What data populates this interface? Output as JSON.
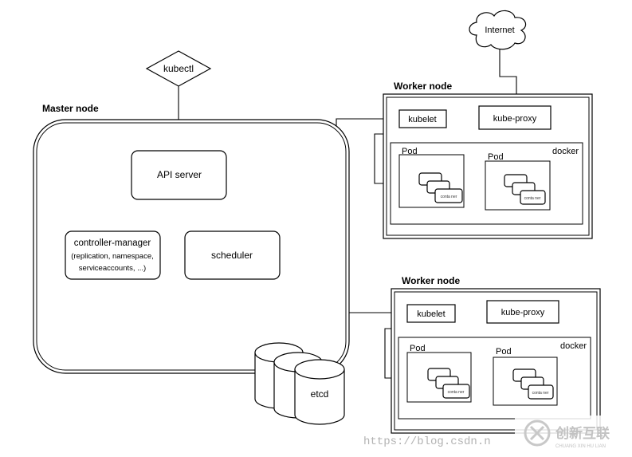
{
  "kubectl": "kubectl",
  "internet": "Internet",
  "master": {
    "title": "Master node",
    "api_server": "API server",
    "controller_manager": [
      "controller-manager",
      "(replication, namespace,",
      "serviceaccounts, ...)"
    ],
    "scheduler": "scheduler",
    "etcd": "etcd"
  },
  "workers": [
    {
      "title": "Worker node",
      "kubelet": "kubelet",
      "kube_proxy": "kube-proxy",
      "docker": "docker",
      "pods": [
        "Pod",
        "Pod"
      ],
      "container": "conta ner"
    },
    {
      "title": "Worker node",
      "kubelet": "kubelet",
      "kube_proxy": "kube-proxy",
      "docker": "docker",
      "pods": [
        "Pod",
        "Pod"
      ],
      "container": "conta ner"
    }
  ],
  "watermark": {
    "url": "https://blog.csdn.n",
    "brand": "创新互联",
    "brand_sub": "CHUANG XIN HU LIAN"
  }
}
